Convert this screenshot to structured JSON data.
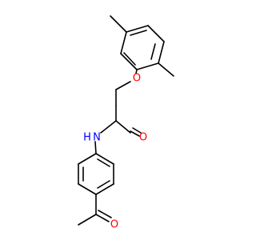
{
  "atoms": {
    "ether_oxygen": {
      "symbol": "O",
      "color": "#ff0000"
    },
    "amide_oxygen": {
      "symbol": "O",
      "color": "#ff0000"
    },
    "ketone_oxygen": {
      "symbol": "O",
      "color": "#ff0000"
    },
    "amide_nitrogen": {
      "symbol": "N",
      "color": "#0000ff"
    },
    "amide_hydrogen": {
      "symbol": "H",
      "color": "#0000ff"
    }
  },
  "colors": {
    "bond": "#000000",
    "background": "#ffffff"
  }
}
